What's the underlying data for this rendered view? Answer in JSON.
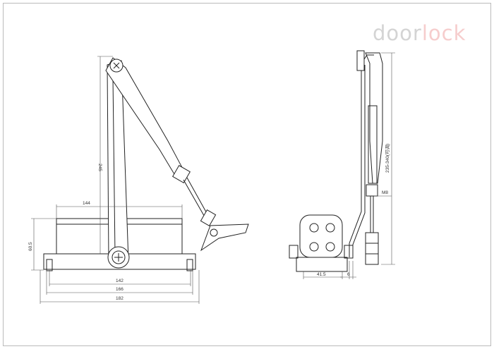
{
  "logo": {
    "part1": "door",
    "part2": "lock"
  },
  "front_view": {
    "dim_height_arm": "245",
    "dim_body_length": "144",
    "dim_body_height": "60.5",
    "dim_mount_142": "142",
    "dim_mount_166": "166",
    "dim_total_182": "182"
  },
  "side_view": {
    "dim_adjustable": "235-340(可调)",
    "dim_thread": "M8",
    "dim_width": "41.5",
    "dim_gap": "6"
  },
  "colors": {
    "logo_gray": "#d4d4d4",
    "logo_red": "#f6cdcd",
    "line": "#222222"
  }
}
